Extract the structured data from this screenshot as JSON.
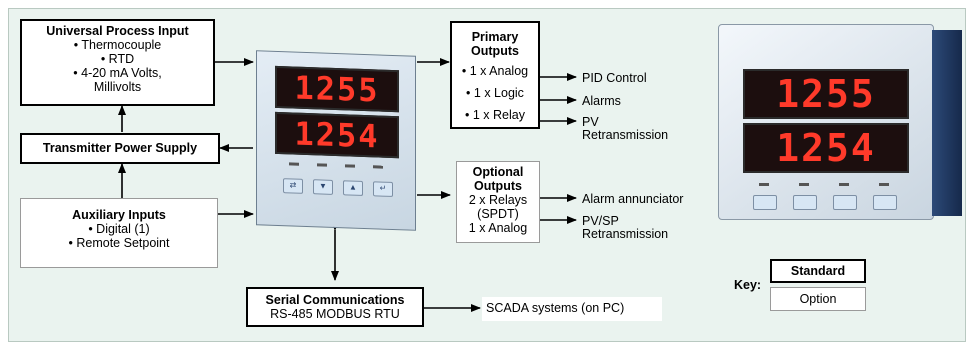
{
  "process_input": {
    "title": "Universal Process Input",
    "items": [
      "• Thermocouple",
      "• RTD",
      "• 4-20 mA Volts,",
      "Millivolts"
    ]
  },
  "transmitter_power": {
    "title": "Transmitter Power Supply"
  },
  "auxiliary_inputs": {
    "title": "Auxiliary Inputs",
    "items": [
      "• Digital (1)",
      "• Remote Setpoint"
    ]
  },
  "controller": {
    "display_pv": "1255",
    "display_sp": "1254",
    "buttons": [
      "⇄",
      "▼",
      "▲",
      "↵"
    ]
  },
  "primary_outputs": {
    "title_line1": "Primary",
    "title_line2": "Outputs",
    "items": [
      "• 1 x Analog",
      "• 1 x Logic",
      "• 1 x Relay"
    ],
    "destinations": [
      "PID Control",
      "Alarms",
      "PV",
      "Retransmission"
    ]
  },
  "optional_outputs": {
    "title_line1": "Optional",
    "title_line2": "Outputs",
    "items": [
      "2 x Relays",
      "(SPDT)",
      "1 x Analog"
    ],
    "destinations": [
      "Alarm annunciator",
      "PV/SP",
      "Retransmission"
    ]
  },
  "serial_comms": {
    "title": "Serial Communications",
    "subtitle": "RS-485 MODBUS RTU",
    "destination": "SCADA systems (on PC)"
  },
  "key": {
    "label": "Key:",
    "standard": "Standard",
    "option": "Option"
  },
  "photo": {
    "display_pv": "1255",
    "display_sp": "1254"
  }
}
